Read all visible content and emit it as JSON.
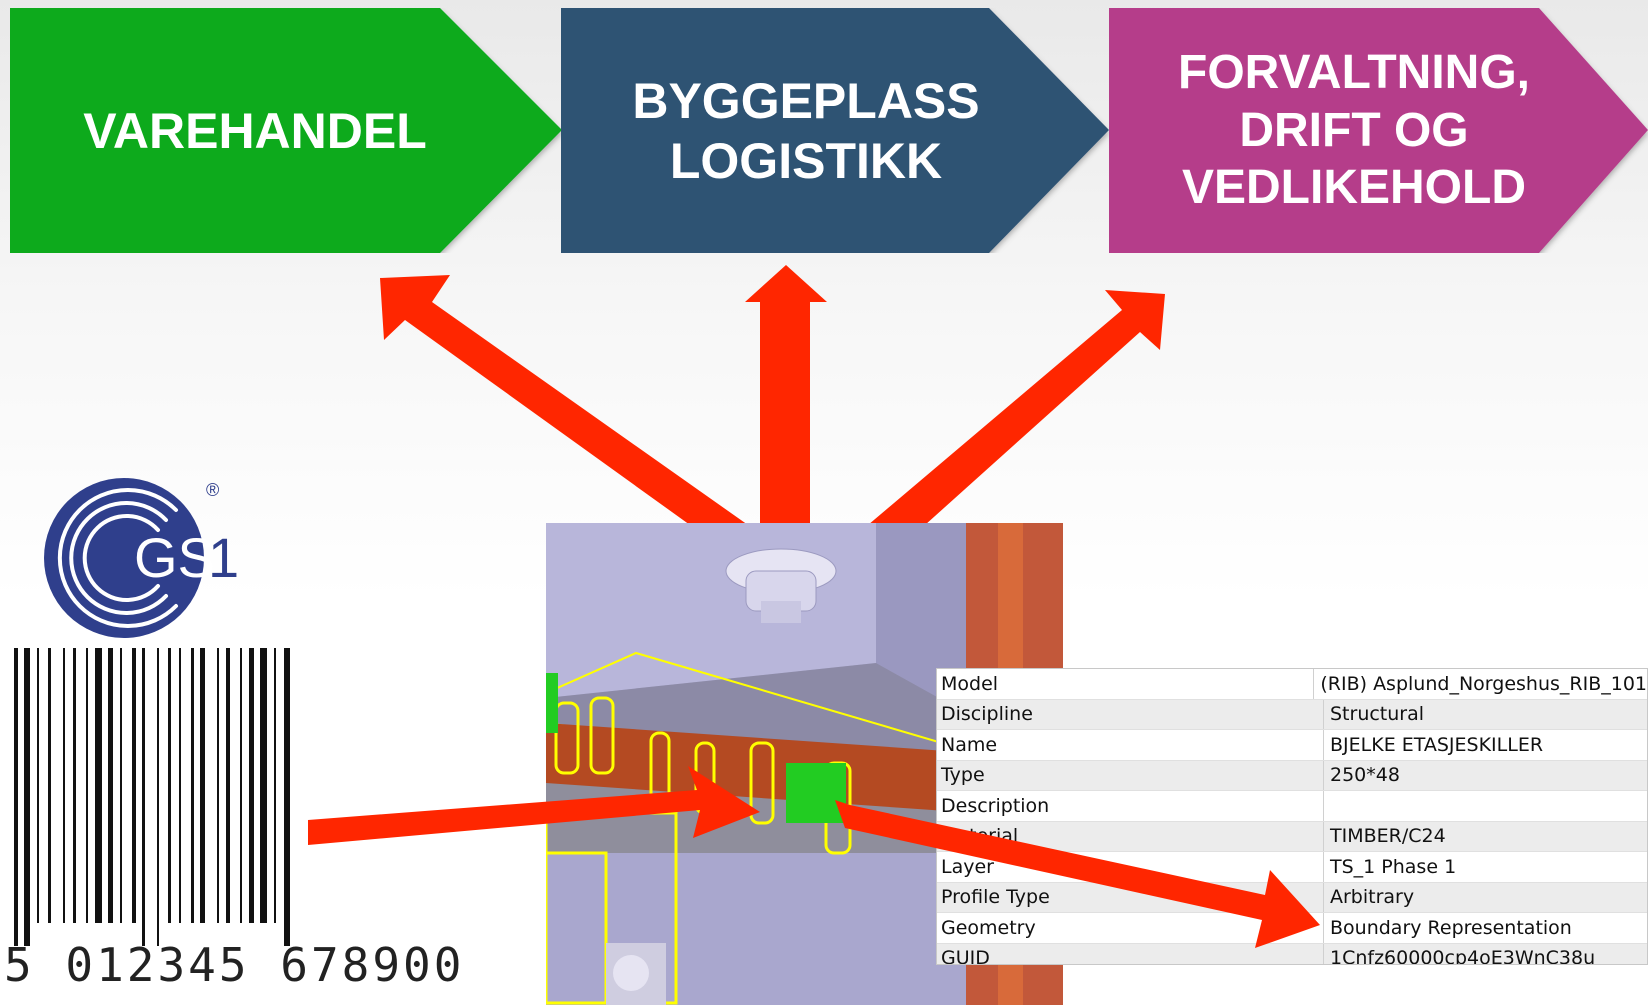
{
  "stages": [
    {
      "label": "VAREHANDEL",
      "color": "#0aaa1f"
    },
    {
      "label": "BYGGEPLASS\nLOGISTIKK",
      "color": "#2f5273"
    },
    {
      "label": "FORVALTNING,\nDRIFT OG\nVEDLIKEHOLD",
      "color": "#b53e8a"
    }
  ],
  "arrow_color": "#ff2600",
  "logo": {
    "text": "GS1",
    "registered": "®",
    "color": "#2f3f8c"
  },
  "barcode": {
    "digits": "5 012345 678900"
  },
  "properties": {
    "rows": [
      {
        "key": "Model",
        "value": "(RIB) Asplund_Norgeshus_RIB_101"
      },
      {
        "key": "Discipline",
        "value": "Structural"
      },
      {
        "key": "Name",
        "value": "BJELKE ETASJESKILLER"
      },
      {
        "key": "Type",
        "value": "250*48"
      },
      {
        "key": "Description",
        "value": ""
      },
      {
        "key": "Material",
        "value": "TIMBER/C24"
      },
      {
        "key": "Layer",
        "value": "TS_1 Phase 1"
      },
      {
        "key": "Profile Type",
        "value": "Arbitrary"
      },
      {
        "key": "Geometry",
        "value": "Boundary Representation"
      },
      {
        "key": "GUID",
        "value": "1Cnfz60000cp4oE3WnC38u"
      }
    ]
  }
}
